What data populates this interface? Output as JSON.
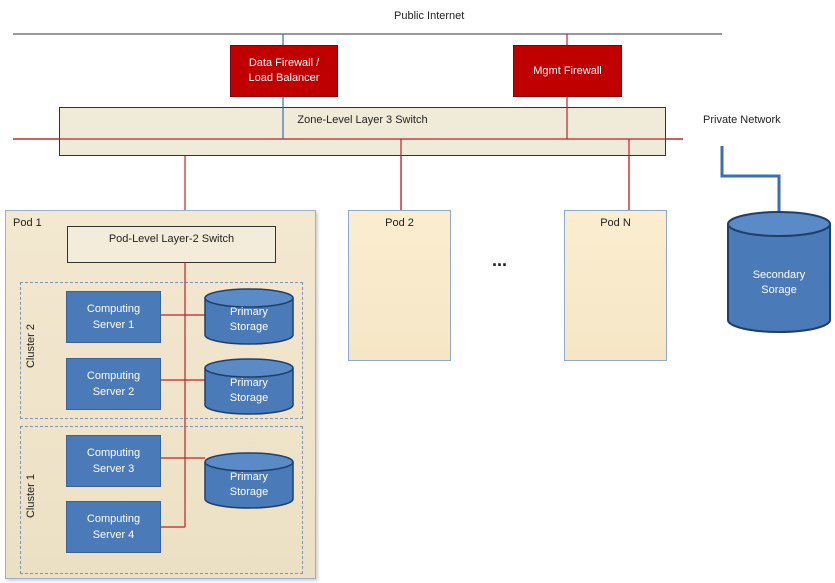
{
  "network": {
    "public_internet": "Public Internet",
    "private_network": "Private Network"
  },
  "firewalls": {
    "data": "Data Firewall /\nLoad Balancer",
    "mgmt": "Mgmt Firewall"
  },
  "zone_switch": "Zone-Level Layer 3 Switch",
  "pods": {
    "pod1": {
      "title": "Pod 1",
      "l2_switch": "Pod-Level Layer-2 Switch",
      "cluster2": {
        "label": "Cluster 2",
        "servers": [
          "Computing\nServer 1",
          "Computing\nServer 2"
        ],
        "storage": [
          "Primary\nStorage",
          "Primary\nStorage"
        ]
      },
      "cluster1": {
        "label": "Cluster 1",
        "servers": [
          "Computing\nServer 3",
          "Computing\nServer 4"
        ],
        "storage": [
          "Primary\nStorage"
        ]
      }
    },
    "pod2": {
      "title": "Pod 2"
    },
    "ellipsis": "...",
    "podN": {
      "title": "Pod N"
    }
  },
  "secondary_storage": "Secondary\nSorage",
  "colors": {
    "firewall": "#c00000",
    "server": "#4a7ab8",
    "red_line": "#c0202a",
    "blue_line": "#3d6fb0"
  }
}
